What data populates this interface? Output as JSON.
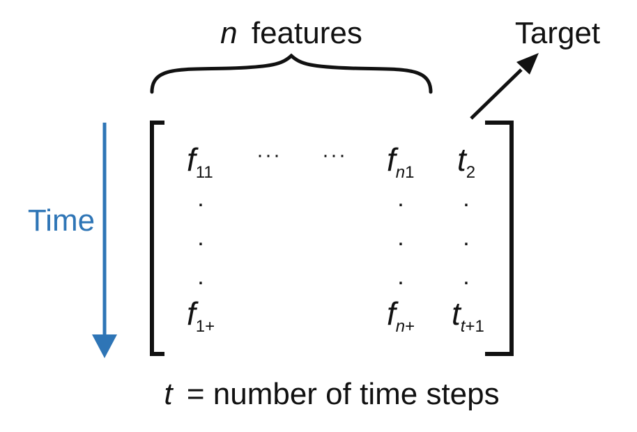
{
  "features_label": {
    "var": "n",
    "text": "features"
  },
  "target_label": "Target",
  "axis": {
    "label": "Time",
    "color": "#2e75b6"
  },
  "footer": {
    "var": "t",
    "text": "= number of time steps"
  },
  "matrix": {
    "row1": [
      {
        "var": "f",
        "sub_var": "",
        "sub": "11"
      },
      {
        "ellipsis": "···"
      },
      {
        "ellipsis": "···"
      },
      {
        "var": "f",
        "sub_var": "n",
        "sub": "1"
      },
      {
        "var": "t",
        "sub_var": "",
        "sub": "2"
      }
    ],
    "vertical_dot": ".",
    "row_last": [
      {
        "var": "f",
        "sub_var": "",
        "sub": "1+"
      },
      {
        "var": "f",
        "sub_var": "n",
        "sub": "+"
      },
      {
        "var": "t",
        "sub_var": "t",
        "sub": "+1"
      }
    ]
  }
}
